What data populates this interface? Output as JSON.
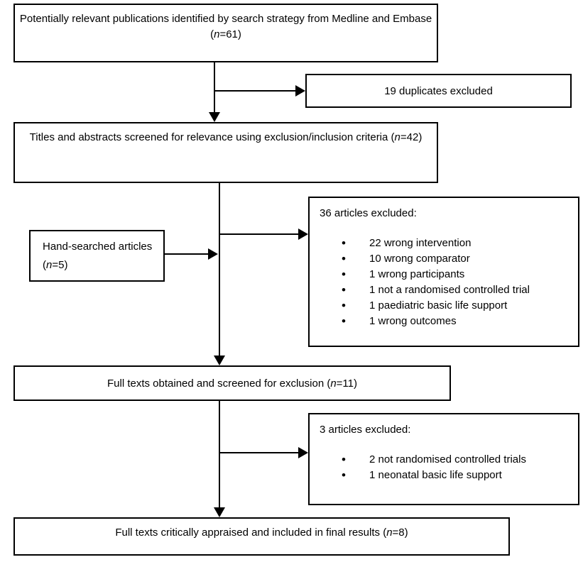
{
  "diagram": {
    "type": "flowchart",
    "colors": {
      "border": "#000000",
      "text": "#000000",
      "background": "#ffffff"
    }
  },
  "boxes": {
    "identified": {
      "pre": "Potentially relevant publications identified by search strategy from Medline and Embase (",
      "n": "n",
      "post": "=61)"
    },
    "duplicates": {
      "label": "19 duplicates excluded"
    },
    "screened": {
      "pre": "Titles and abstracts screened for relevance using exclusion/inclusion criteria (",
      "n": "n",
      "post": "=42)"
    },
    "hand_searched": {
      "pre": "Hand-searched articles (",
      "n": "n",
      "post": "=5)"
    },
    "excluded36": {
      "heading": "36 articles excluded:",
      "items": [
        "22 wrong intervention",
        "10 wrong comparator",
        "1 wrong participants",
        "1 not a randomised controlled trial",
        "1 paediatric basic life support",
        "1 wrong outcomes"
      ]
    },
    "fulltexts": {
      "pre": "Full texts obtained and screened for exclusion (",
      "n": "n",
      "post": "=11)"
    },
    "excluded3": {
      "heading": "3 articles excluded:",
      "items": [
        "2 not randomised controlled trials",
        "1 neonatal basic life support"
      ]
    },
    "included": {
      "pre": "Full texts critically appraised and included in final results (",
      "n": "n",
      "post": "=8)"
    }
  }
}
